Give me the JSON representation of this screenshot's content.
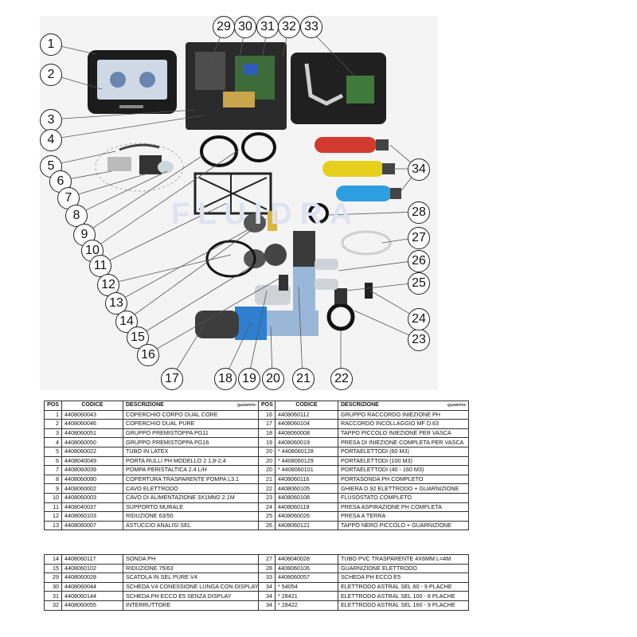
{
  "diagram": {
    "watermark": "FLUIDRA",
    "callouts": [
      "1",
      "2",
      "3",
      "4",
      "5",
      "6",
      "7",
      "8",
      "9",
      "10",
      "11",
      "12",
      "13",
      "14",
      "15",
      "16",
      "17",
      "18",
      "19",
      "20",
      "21",
      "22",
      "23",
      "24",
      "25",
      "26",
      "27",
      "28",
      "29",
      "30",
      "31",
      "32",
      "33",
      "34"
    ]
  },
  "table": {
    "headers": {
      "pos": "POS",
      "code": "CODICE",
      "desc": "DESCRIZIONE",
      "qty": "QUANTITA'"
    },
    "top_rows": [
      {
        "l_pos": "1",
        "l_code": "4408060043",
        "l_desc": "COPERCHIO CORPO DUAL CORE",
        "r_pos": "16",
        "r_code": "4408060112",
        "r_desc": "GRUPPO RACCORDO INIEZIONE PH"
      },
      {
        "l_pos": "2",
        "l_code": "4408060046",
        "l_desc": "COPERCHIO DUAL PURE",
        "r_pos": "17",
        "r_code": "4408060104",
        "r_desc": "RACCORDO INCOLLAGGIO MF D.63"
      },
      {
        "l_pos": "3",
        "l_code": "4408060051",
        "l_desc": "GRUPPO PREMISTOPPA PG11",
        "r_pos": "18",
        "r_code": "4408060008",
        "r_desc": "TAPPO PICCOLO INIEZIONE PER VASCA"
      },
      {
        "l_pos": "4",
        "l_code": "4408060050",
        "l_desc": "GRUPPO PREMISTOPPA PG16",
        "r_pos": "19",
        "r_code": "4408060019",
        "r_desc": "PRESA DI INIEZIONE COMPLETA PER VASCA"
      },
      {
        "l_pos": "5",
        "l_code": "4408060022",
        "l_desc": "TUBO IN LATEX",
        "r_pos": "20",
        "r_code": "* 4408060128",
        "r_desc": "PORTAELETTODI (60 M3)"
      },
      {
        "l_pos": "6",
        "l_code": "4408040049",
        "l_desc": "PORTA RULLI PH MODELLO 2 1,8-2,4",
        "r_pos": "20",
        "r_code": "* 4408060129",
        "r_desc": "PORTAELETTODI (100 M3)"
      },
      {
        "l_pos": "7",
        "l_code": "4408060039",
        "l_desc": "POMPA PERISTALTICA 2.4 L/H",
        "r_pos": "20",
        "r_code": "* 4408060101",
        "r_desc": "PORTAELETTODI (40 - 160 M3)"
      },
      {
        "l_pos": "8",
        "l_code": "4408060080",
        "l_desc": "COPERTURA TRASPARENTE POMPA L3.1",
        "r_pos": "21",
        "r_code": "4408060116",
        "r_desc": "PORTASONDA PH COMPLETO"
      },
      {
        "l_pos": "9",
        "l_code": "4408060002",
        "l_desc": "CAVO ELETTRODO",
        "r_pos": "22",
        "r_code": "4408060105",
        "r_desc": "GHIERA D.92 ELETTRODO + GUARNIZIONE"
      },
      {
        "l_pos": "10",
        "l_code": "4408060003",
        "l_desc": "CAVO DI ALIMENTAZIONE 3X1MM2 2.1M",
        "r_pos": "23",
        "r_code": "4408060108",
        "r_desc": "FLUSOSTATO COMPLETO"
      },
      {
        "l_pos": "11",
        "l_code": "4408040037",
        "l_desc": "SUPPORTO MURALE",
        "r_pos": "24",
        "r_code": "4408060118",
        "r_desc": "PRESA ASPIRAZIONE PH COMPLETA"
      },
      {
        "l_pos": "12",
        "l_code": "4408060103",
        "l_desc": "RIDUZIONE 63/50",
        "r_pos": "25",
        "r_code": "4408060026",
        "r_desc": "PRESA A TERRA"
      },
      {
        "l_pos": "13",
        "l_code": "4408060007",
        "l_desc": "ASTUCCIO ANALISI SEL",
        "r_pos": "26",
        "r_code": "4408060121",
        "r_desc": "TAPPO NERO PICCOLO + GUARNIZIONE"
      }
    ],
    "bottom_rows": [
      {
        "l_pos": "14",
        "l_code": "4408060117",
        "l_desc": "SONDA PH",
        "r_pos": "27",
        "r_code": "4408040028",
        "r_desc": "TUBO PVC TRASPARENTE 4X6MM L=4M"
      },
      {
        "l_pos": "15",
        "l_code": "4408060102",
        "l_desc": "RIDUZIONE 75/63",
        "r_pos": "28",
        "r_code": "4408060106",
        "r_desc": "GUARNIZIONE ELETTRODO"
      },
      {
        "l_pos": "29",
        "l_code": "4408060028",
        "l_desc": "SCATOLA IN SEL PURE V4",
        "r_pos": "33",
        "r_code": "4408060057",
        "r_desc": "SCHEDA PH ECCO E5"
      },
      {
        "l_pos": "30",
        "l_code": "4408060044",
        "l_desc": "SCHEDA V4 CONESSIONE LUNGA CON DISPLAY",
        "r_pos": "34",
        "r_code": "* 54054",
        "r_desc": "ELETTRODO ASTRAL SEL 60 - 9 PLACHE"
      },
      {
        "l_pos": "31",
        "l_code": "4408060144",
        "l_desc": "SCHEDA PH ECCO E5 SENZA DISPLAY",
        "r_pos": "34",
        "r_code": "* 28421",
        "r_desc": "ELETTRODO ASTRAL SEL 100 - 8 PLACHE"
      },
      {
        "l_pos": "32",
        "l_code": "4408060055",
        "l_desc": "INTERRUTTORE",
        "r_pos": "34",
        "r_code": "* 28422",
        "r_desc": "ELETTRODO ASTRAL SEL 160 - 9 PLACHE"
      }
    ]
  }
}
